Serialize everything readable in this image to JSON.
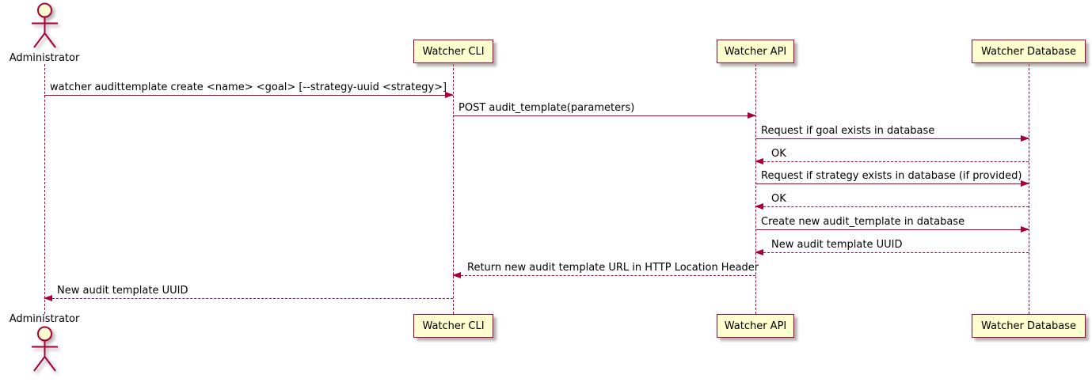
{
  "diagram_type": "UML sequence diagram",
  "colors": {
    "accent": "#A80036",
    "participant_fill": "#FEFECE",
    "text": "#000000",
    "background": "#FFFFFF"
  },
  "actor": {
    "name": "Administrator"
  },
  "participants": [
    {
      "label": "Watcher CLI"
    },
    {
      "label": "Watcher API"
    },
    {
      "label": "Watcher Database"
    }
  ],
  "messages": [
    {
      "from": "Administrator",
      "to": "Watcher CLI",
      "style": "solid",
      "label": "watcher audittemplate create <name> <goal> [--strategy-uuid <strategy>]"
    },
    {
      "from": "Watcher CLI",
      "to": "Watcher API",
      "style": "solid",
      "label": "POST audit_template(parameters)"
    },
    {
      "from": "Watcher API",
      "to": "Watcher Database",
      "style": "solid",
      "label": "Request if goal exists in database"
    },
    {
      "from": "Watcher Database",
      "to": "Watcher API",
      "style": "dashed",
      "label": "OK"
    },
    {
      "from": "Watcher API",
      "to": "Watcher Database",
      "style": "solid",
      "label": "Request if strategy exists in database (if provided)"
    },
    {
      "from": "Watcher Database",
      "to": "Watcher API",
      "style": "dashed",
      "label": "OK"
    },
    {
      "from": "Watcher API",
      "to": "Watcher Database",
      "style": "solid",
      "label": "Create new audit_template in database"
    },
    {
      "from": "Watcher Database",
      "to": "Watcher API",
      "style": "dashed",
      "label": "New audit template UUID"
    },
    {
      "from": "Watcher API",
      "to": "Watcher CLI",
      "style": "dashed",
      "label": "Return new audit template URL in HTTP Location Header"
    },
    {
      "from": "Watcher CLI",
      "to": "Administrator",
      "style": "dashed",
      "label": "New audit template UUID"
    }
  ]
}
